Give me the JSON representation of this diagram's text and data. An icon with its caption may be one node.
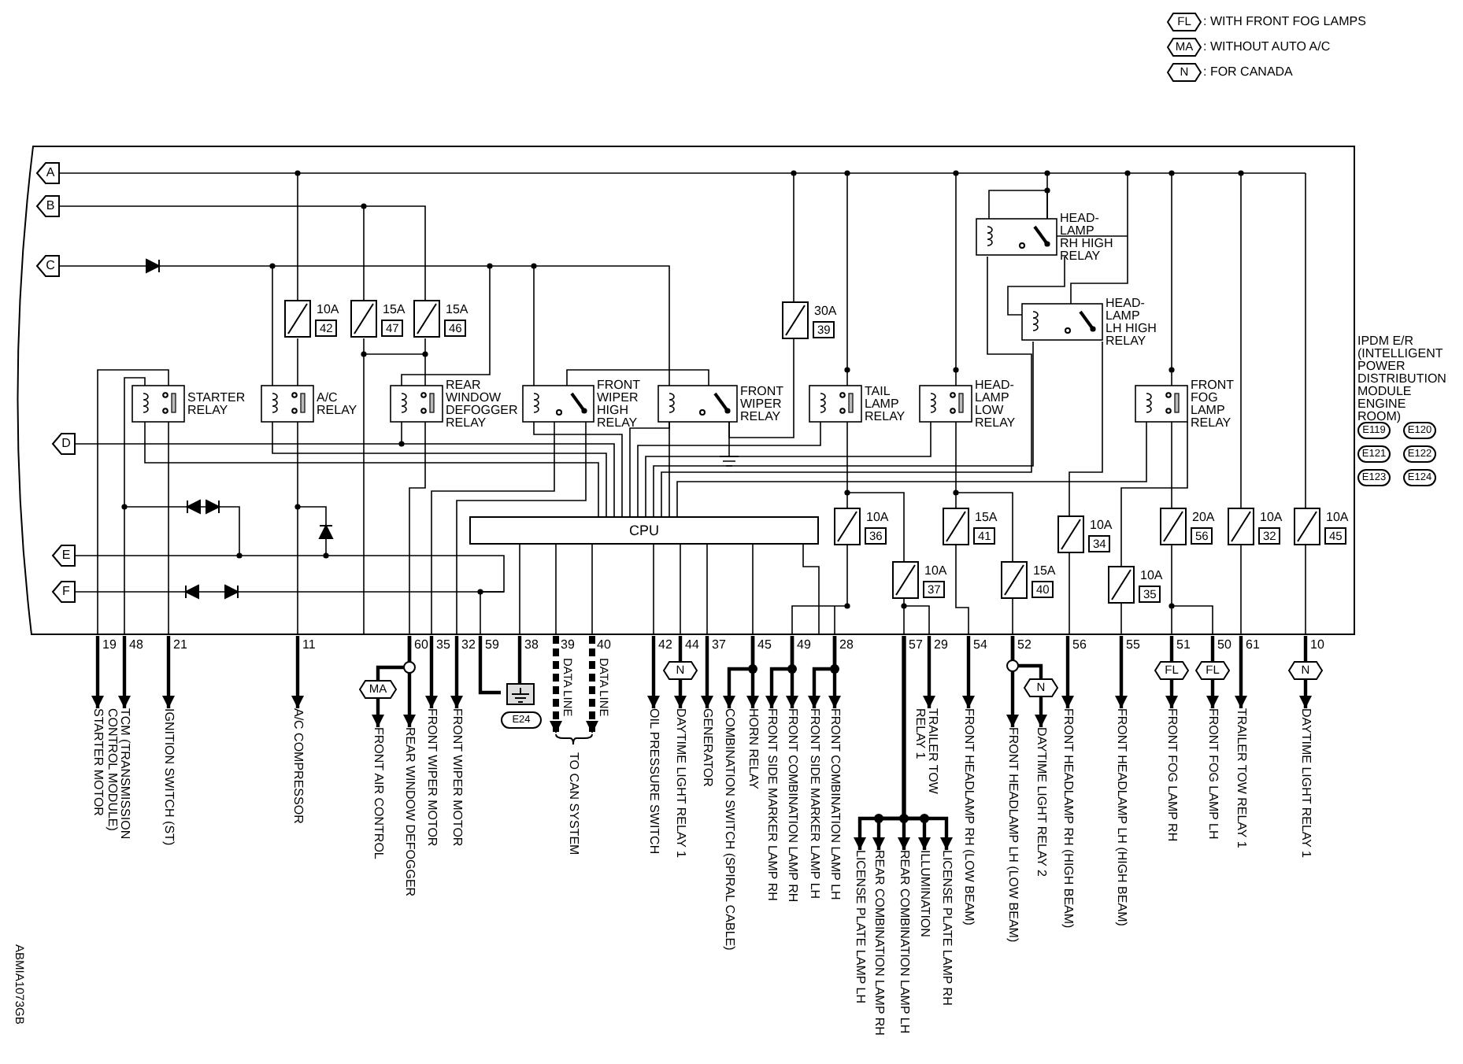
{
  "diagram": {
    "nodes": [
      {
        "text": [
          "IPDM E/R (INTELLIGENT POWER DISTRIBUTION MODULE ENGINE ROOM)"
        ],
        "beside": [
          "E119",
          "E120",
          "E121",
          "E122",
          "E123",
          "E124"
        ]
      },
      {
        "text": [
          "A"
        ],
        "in": 0
      },
      {
        "text": [
          "B"
        ],
        "in": 0
      },
      {
        "text": [
          "C"
        ],
        "in": 0
      },
      {
        "text": [
          "D"
        ],
        "in": 0
      },
      {
        "text": [
          "E"
        ],
        "in": 0
      },
      {
        "text": [
          "F"
        ],
        "in": 0
      },
      {
        "text": [
          "CPU"
        ],
        "in": 0
      },
      {
        "text": [
          "STARTER MOTOR"
        ]
      },
      {
        "text": [
          "TCM (TRANSMISSION CONTROL MODULE)"
        ]
      },
      {
        "text": [
          "IGNITION SWITCH (ST)"
        ]
      },
      {
        "text": [
          "A/C COMPRESSOR"
        ]
      },
      {
        "text": [
          "MA"
        ]
      },
      {
        "text": [
          "FRONT AIR CONTROL"
        ]
      },
      {
        "text": [
          "REAR WINDOW DEFOGGER"
        ]
      },
      {
        "text": [
          "FRONT WIPER MOTOR"
        ]
      },
      {
        "text": [
          "FRONT WIPER MOTOR"
        ]
      },
      {
        "text": [
          "E24"
        ]
      },
      {
        "text": [
          "TO CAN SYSTEM"
        ]
      },
      {
        "text": [
          "OIL PRESSURE SWITCH"
        ]
      },
      {
        "text": [
          "N"
        ]
      },
      {
        "text": [
          "DAYTIME LIGHT RELAY 1"
        ]
      },
      {
        "text": [
          "GENERATOR"
        ]
      },
      {
        "text": [
          "COMBINATION SWITCH (SPIRAL CABLE)"
        ]
      },
      {
        "text": [
          "HORN RELAY"
        ]
      },
      {
        "text": [
          "FRONT SIDE MARKER LAMP RH"
        ]
      },
      {
        "text": [
          "FRONT COMBINATION LAMP RH"
        ]
      },
      {
        "text": [
          "FRONT SIDE MARKER LAMP LH"
        ]
      },
      {
        "text": [
          "FRONT COMBINATION LAMP LH"
        ]
      },
      {
        "text": [
          "LICENSE PLATE LAMP LH"
        ]
      },
      {
        "text": [
          "REAR COMBINATION LAMP RH"
        ]
      },
      {
        "text": [
          "REAR COMBINATION LAMP LH"
        ]
      },
      {
        "text": [
          "ILLUMINATION"
        ]
      },
      {
        "text": [
          "LICENSE PLATE LAMP RH"
        ]
      },
      {
        "text": [
          "TRAILER TOW RELAY 1"
        ]
      },
      {
        "text": [
          "FRONT HEADLAMP RH (LOW BEAM)"
        ]
      },
      {
        "text": [
          "FRONT HEADLAMP LH (LOW BEAM)"
        ]
      },
      {
        "text": [
          "N"
        ]
      },
      {
        "text": [
          "DAYTIME LIGHT RELAY 2"
        ]
      },
      {
        "text": [
          "FRONT HEADLAMP RH (HIGH BEAM)"
        ]
      },
      {
        "text": [
          "FRONT HEADLAMP LH (HIGH BEAM)"
        ]
      },
      {
        "text": [
          "FL"
        ]
      },
      {
        "text": [
          "FRONT FOG LAMP RH"
        ]
      },
      {
        "text": [
          "FL"
        ]
      },
      {
        "text": [
          "FRONT FOG LAMP LH"
        ]
      },
      {
        "text": [
          "TRAILER TOW RELAY 1"
        ]
      },
      {
        "text": [
          "N"
        ]
      },
      {
        "text": [
          "DAYTIME LIGHT RELAY 1"
        ]
      },
      {
        "text": [
          "FL"
        ],
        "beside": [
          ": WITH FRONT FOG LAMPS"
        ]
      },
      {
        "text": [
          "MA"
        ],
        "beside": [
          ": WITHOUT AUTO A/C"
        ]
      },
      {
        "text": [
          "N"
        ],
        "beside": [
          ": FOR CANADA"
        ]
      }
    ],
    "edges": [
      {
        "from": 0,
        "to": 8,
        "arrow": "to"
      },
      {
        "from": 0,
        "to": 9,
        "arrow": "to"
      },
      {
        "from": 0,
        "to": 10,
        "arrow": "to"
      },
      {
        "from": 0,
        "to": 11,
        "arrow": "to"
      },
      {
        "from": 0,
        "to": 12,
        "arrow": "none"
      },
      {
        "from": 12,
        "to": 13,
        "arrow": "to"
      },
      {
        "from": 0,
        "to": 14,
        "arrow": "to"
      },
      {
        "from": 0,
        "to": 15,
        "arrow": "to"
      },
      {
        "from": 0,
        "to": 16,
        "arrow": "to"
      },
      {
        "from": 0,
        "to": 17,
        "arrow": "none"
      },
      {
        "from": 0,
        "to": 17,
        "arrow": "none"
      },
      {
        "from": 0,
        "to": 18,
        "arrow": "to",
        "label": "DATA LINE",
        "style": "dashed"
      },
      {
        "from": 0,
        "to": 18,
        "arrow": "to",
        "label": "DATA LINE",
        "style": "dashed"
      },
      {
        "from": 0,
        "to": 19,
        "arrow": "to"
      },
      {
        "from": 0,
        "to": 20,
        "arrow": "none"
      },
      {
        "from": 20,
        "to": 21,
        "arrow": "to"
      },
      {
        "from": 0,
        "to": 22,
        "arrow": "to"
      },
      {
        "from": 0,
        "to": 23,
        "arrow": "to"
      },
      {
        "from": 0,
        "to": 24,
        "arrow": "to"
      },
      {
        "from": 0,
        "to": 25,
        "arrow": "to"
      },
      {
        "from": 0,
        "to": 26,
        "arrow": "to"
      },
      {
        "from": 0,
        "to": 27,
        "arrow": "to"
      },
      {
        "from": 0,
        "to": 28,
        "arrow": "to"
      },
      {
        "from": 0,
        "to": 29,
        "arrow": "to"
      },
      {
        "from": 0,
        "to": 30,
        "arrow": "to"
      },
      {
        "from": 0,
        "to": 31,
        "arrow": "to"
      },
      {
        "from": 0,
        "to": 32,
        "arrow": "to"
      },
      {
        "from": 0,
        "to": 33,
        "arrow": "to"
      },
      {
        "from": 0,
        "to": 34,
        "arrow": "to"
      },
      {
        "from": 0,
        "to": 35,
        "arrow": "to"
      },
      {
        "from": 0,
        "to": 36,
        "arrow": "to"
      },
      {
        "from": 0,
        "to": 37,
        "arrow": "none"
      },
      {
        "from": 37,
        "to": 38,
        "arrow": "to"
      },
      {
        "from": 0,
        "to": 39,
        "arrow": "to"
      },
      {
        "from": 0,
        "to": 40,
        "arrow": "to"
      },
      {
        "from": 0,
        "to": 41,
        "arrow": "none"
      },
      {
        "from": 41,
        "to": 42,
        "arrow": "to"
      },
      {
        "from": 0,
        "to": 43,
        "arrow": "none"
      },
      {
        "from": 43,
        "to": 44,
        "arrow": "to"
      },
      {
        "from": 0,
        "to": 45,
        "arrow": "to"
      },
      {
        "from": 0,
        "to": 46,
        "arrow": "none"
      },
      {
        "from": 46,
        "to": 47,
        "arrow": "to"
      },
      {
        "from": 3,
        "to": 7,
        "arrow": "none"
      },
      {
        "from": 4,
        "to": 7,
        "arrow": "none"
      },
      {
        "from": 5,
        "to": 6,
        "arrow": "none"
      }
    ],
    "labels": [
      "10A",
      "42",
      "15A",
      "47",
      "15A",
      "46",
      "STARTER RELAY",
      "A/C RELAY",
      "REAR WINDOW DEFOGGER RELAY",
      "FRONT WIPER HIGH RELAY",
      "FRONT WIPER RELAY",
      "30A",
      "39",
      "TAIL LAMP RELAY",
      "HEAD- LAMP LOW RELAY",
      "HEAD- LAMP RH HIGH RELAY",
      "HEAD- LAMP LH HIGH RELAY",
      "FRONT FOG LAMP RELAY",
      "10A",
      "36",
      "15A",
      "41",
      "10A",
      "34",
      "20A",
      "56",
      "10A",
      "32",
      "10A",
      "45",
      "10A",
      "37",
      "15A",
      "40",
      "10A",
      "35",
      "19",
      "48",
      "21",
      "11",
      "60",
      "35",
      "32",
      "59",
      "38",
      "39",
      "40",
      "42",
      "44",
      "37",
      "45",
      "49",
      "28",
      "57",
      "29",
      "54",
      "52",
      "56",
      "55",
      "51",
      "50",
      "61",
      "10",
      "ABMIA1073GB"
    ]
  }
}
